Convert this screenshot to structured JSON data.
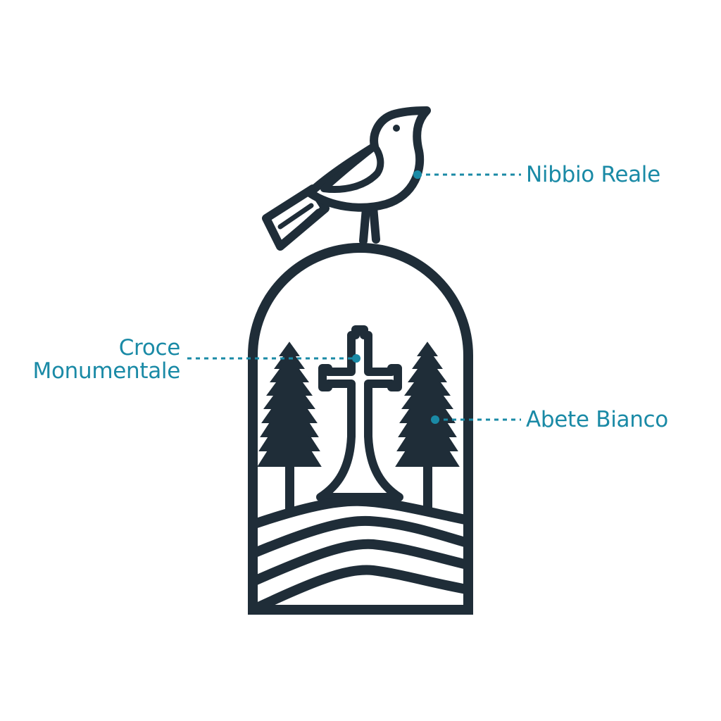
{
  "colors": {
    "line": "#1f2d38",
    "accent": "#1a8aa6",
    "background": "#ffffff"
  },
  "labels": {
    "bird": "Nibbio Reale",
    "tree": "Abete Bianco",
    "cross_line1": "Croce",
    "cross_line2": "Monumentale"
  }
}
